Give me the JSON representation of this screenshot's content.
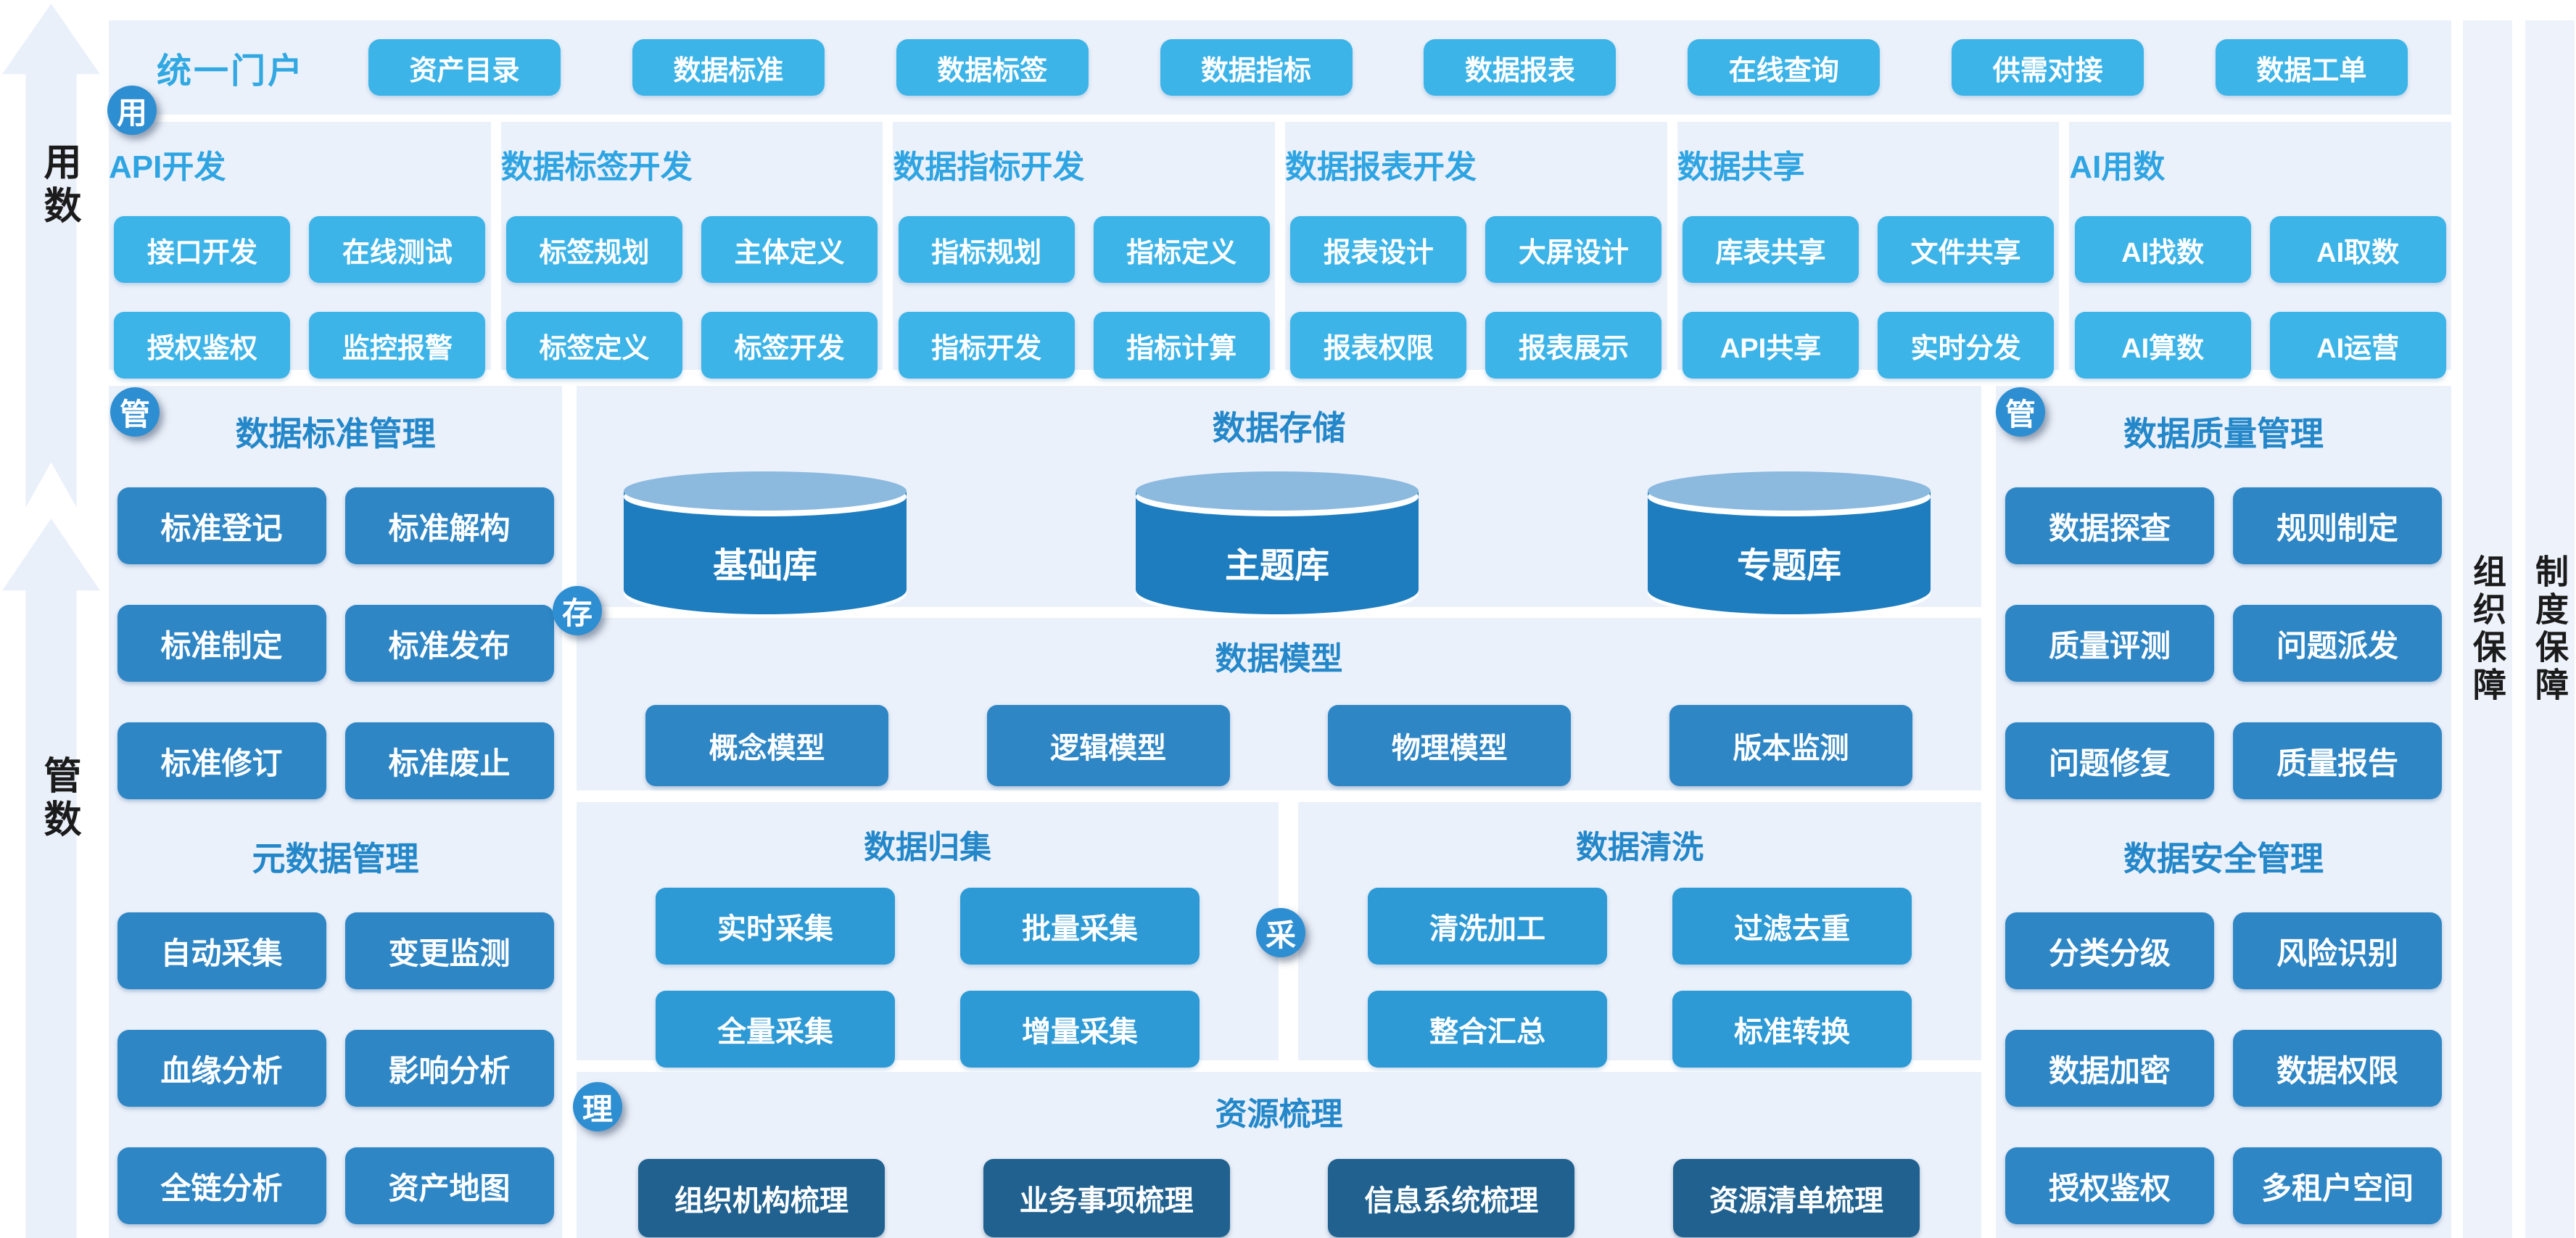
{
  "palette": {
    "sky_button": "#3db4e8",
    "mid_button": "#2d9ad5",
    "deep_button": "#2e86c5",
    "navy_button": "#20618f",
    "cylinder_body": "#1e7dbf",
    "cylinder_top": "#8cbadf",
    "badge": "#2e8ed2",
    "panel_bg": "#ebf1fa",
    "dev_title": "#2ea4e2",
    "panel_title": "#2387c9",
    "rail_text": "#1b1b1b"
  },
  "left_rail": {
    "arrows": [
      {
        "label": "用数"
      },
      {
        "label": "管数"
      }
    ]
  },
  "right_rail": {
    "bars": [
      {
        "label": "组织保障"
      },
      {
        "label": "制度保障"
      }
    ]
  },
  "badges": {
    "use": "用",
    "manage_left": "管",
    "store": "存",
    "collect": "采",
    "comb": "理",
    "manage_right": "管"
  },
  "portal": {
    "title": "统一门户",
    "buttons": [
      "资产目录",
      "数据标准",
      "数据标签",
      "数据指标",
      "数据报表",
      "在线查询",
      "供需对接",
      "数据工单"
    ]
  },
  "dev_sections": [
    {
      "title": "API开发",
      "items": [
        "接口开发",
        "在线测试",
        "授权鉴权",
        "监控报警"
      ]
    },
    {
      "title": "数据标签开发",
      "items": [
        "标签规划",
        "主体定义",
        "标签定义",
        "标签开发"
      ]
    },
    {
      "title": "数据指标开发",
      "items": [
        "指标规划",
        "指标定义",
        "指标开发",
        "指标计算"
      ]
    },
    {
      "title": "数据报表开发",
      "items": [
        "报表设计",
        "大屏设计",
        "报表权限",
        "报表展示"
      ]
    },
    {
      "title": "数据共享",
      "items": [
        "库表共享",
        "文件共享",
        "API共享",
        "实时分发"
      ]
    },
    {
      "title": "AI用数",
      "items": [
        "AI找数",
        "AI取数",
        "AI算数",
        "AI运营"
      ]
    }
  ],
  "left_panel": {
    "sections": [
      {
        "title": "数据标准管理",
        "items": [
          "标准登记",
          "标准解构",
          "标准制定",
          "标准发布",
          "标准修订",
          "标准废止"
        ]
      },
      {
        "title": "元数据管理",
        "items": [
          "自动采集",
          "变更监测",
          "血缘分析",
          "影响分析",
          "全链分析",
          "资产地图"
        ]
      }
    ]
  },
  "right_panel": {
    "sections": [
      {
        "title": "数据质量管理",
        "items": [
          "数据探查",
          "规则制定",
          "质量评测",
          "问题派发",
          "问题修复",
          "质量报告"
        ]
      },
      {
        "title": "数据安全管理",
        "items": [
          "分类分级",
          "风险识别",
          "数据加密",
          "数据权限",
          "授权鉴权",
          "多租户空间"
        ]
      }
    ]
  },
  "storage": {
    "title": "数据存储",
    "cylinders": [
      "基础库",
      "主题库",
      "专题库"
    ]
  },
  "model": {
    "title": "数据模型",
    "items": [
      "概念模型",
      "逻辑模型",
      "物理模型",
      "版本监测"
    ]
  },
  "collection": {
    "title": "数据归集",
    "items": [
      "实时采集",
      "批量采集",
      "全量采集",
      "增量采集"
    ]
  },
  "cleaning": {
    "title": "数据清洗",
    "items": [
      "清洗加工",
      "过滤去重",
      "整合汇总",
      "标准转换"
    ]
  },
  "combing": {
    "title": "资源梳理",
    "items": [
      "组织机构梳理",
      "业务事项梳理",
      "信息系统梳理",
      "资源清单梳理"
    ]
  }
}
